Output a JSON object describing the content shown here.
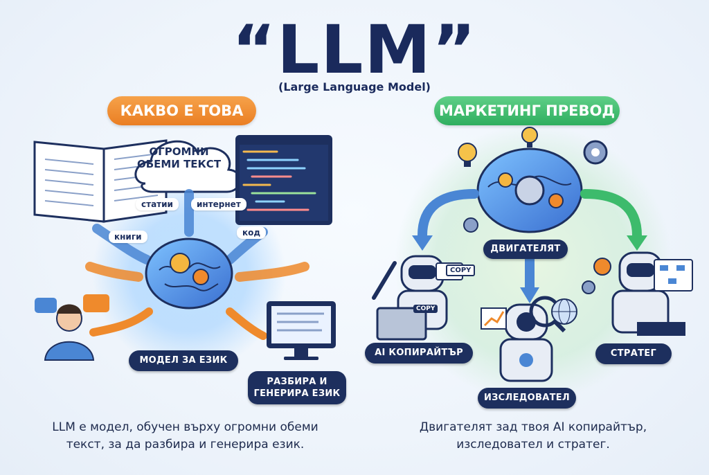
{
  "title": "“LLM”",
  "subtitle": "(Large Language Model)",
  "left_section": {
    "heading": "КАКВО Е ТОВА",
    "cloud_label": "ОГРОМНИ ОБЕМИ ТЕКСТ",
    "sources": [
      "статии",
      "интернет",
      "книги",
      "код"
    ],
    "center_label": "МОДЕЛ ЗА ЕЗИК",
    "output_label": "РАЗБИРА И ГЕНЕРИРА ЕЗИК",
    "caption": "LLM е модел, обучен върху огромни обеми текст, за да разбира и генерира език."
  },
  "right_section": {
    "heading": "МАРКЕТИНГ ПРЕВОД",
    "center_label": "ДВИГАТЕЛЯТ",
    "roles": [
      "AI КОПИРАЙТЪР",
      "ИЗСЛЕДОВАТЕЛ",
      "СТРАТЕГ"
    ],
    "copy_tags": [
      "COPY",
      "COPY"
    ],
    "caption": "Двигателят зад твоя AI копирайтър, изследовател и стратег."
  },
  "colors": {
    "navy": "#1d2f5e",
    "orange": "#ef8a2c",
    "green": "#3dbb6c",
    "blue": "#4a86d4"
  }
}
